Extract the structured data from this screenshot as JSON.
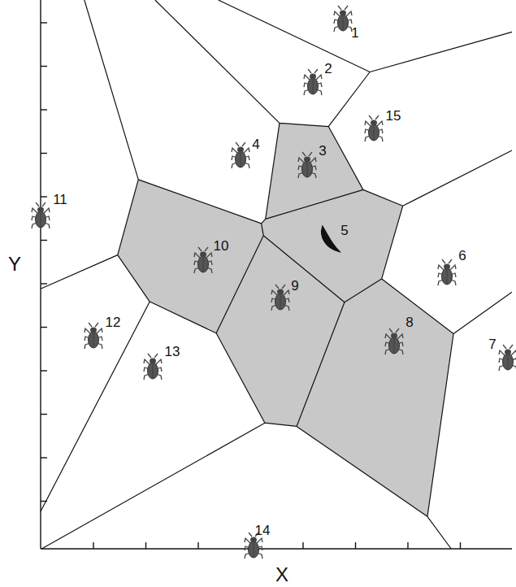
{
  "diagram": {
    "labels": [
      "1",
      "2",
      "15",
      "4",
      "3",
      "11",
      "5",
      "10",
      "6",
      "9",
      "12",
      "8",
      "7",
      "13",
      "14",
      "X",
      "Y"
    ]
  }
}
